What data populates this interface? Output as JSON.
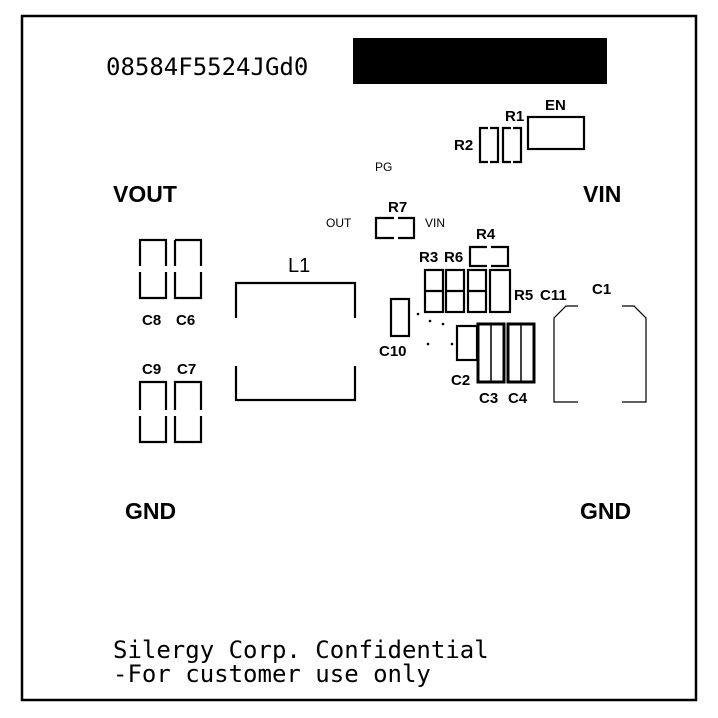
{
  "board": {
    "id_code": "08584F5524JGd0",
    "footer_line1": "Silergy Corp. Confidential",
    "footer_line2": "-For customer use only"
  },
  "nets": {
    "vout": "VOUT",
    "vin": "VIN",
    "gnd_left": "GND",
    "gnd_right": "GND",
    "en": "EN",
    "pg": "PG",
    "out_small": "OUT",
    "vin_small": "VIN"
  },
  "components": {
    "r1": "R1",
    "r2": "R2",
    "r3": "R3",
    "r4": "R4",
    "r5": "R5",
    "r6": "R6",
    "r7": "R7",
    "l1": "L1",
    "c1": "C1",
    "c2": "C2",
    "c3": "C3",
    "c4": "C4",
    "c6": "C6",
    "c7": "C7",
    "c8": "C8",
    "c9": "C9",
    "c10": "C10",
    "c11": "C11"
  },
  "colors": {
    "silk": "#000000",
    "board": "#ffffff"
  }
}
